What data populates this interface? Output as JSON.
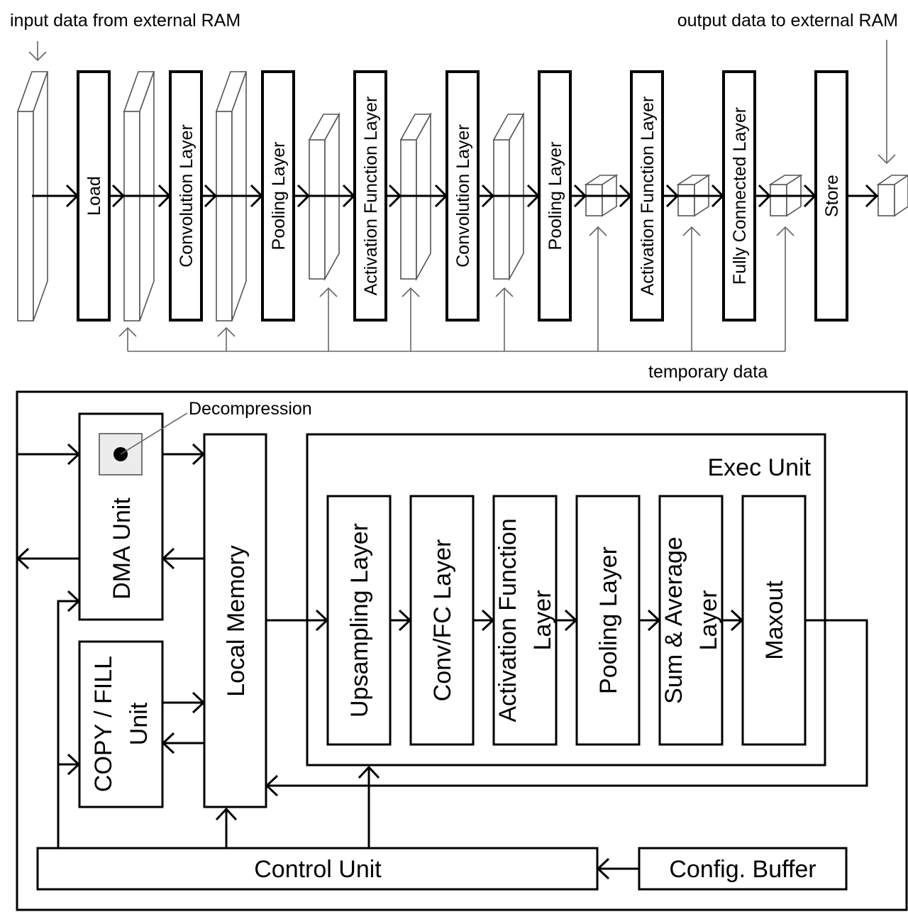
{
  "pipeline": {
    "input_label": "input data from external RAM",
    "output_label": "output data to external RAM",
    "temporary_label": "temporary data",
    "stages": [
      "Load",
      "Convolution Layer",
      "Pooling Layer",
      "Activation Function Layer",
      "Convolution Layer",
      "Pooling Layer",
      "Activation Function Layer",
      "Fully Connected Layer",
      "Store"
    ]
  },
  "architecture": {
    "decompression_label": "Decompression",
    "dma_unit": "DMA Unit",
    "copy_fill_unit": [
      "COPY / FILL",
      "Unit"
    ],
    "local_memory": "Local Memory",
    "exec_unit": "Exec Unit",
    "exec_layers": [
      [
        "Upsampling Layer"
      ],
      [
        "Conv/FC Layer"
      ],
      [
        "Activation Function",
        "Layer"
      ],
      [
        "Pooling Layer"
      ],
      [
        "Sum & Average",
        "Layer"
      ],
      [
        "Maxout"
      ]
    ],
    "control_unit": "Control Unit",
    "config_buffer": "Config. Buffer"
  }
}
